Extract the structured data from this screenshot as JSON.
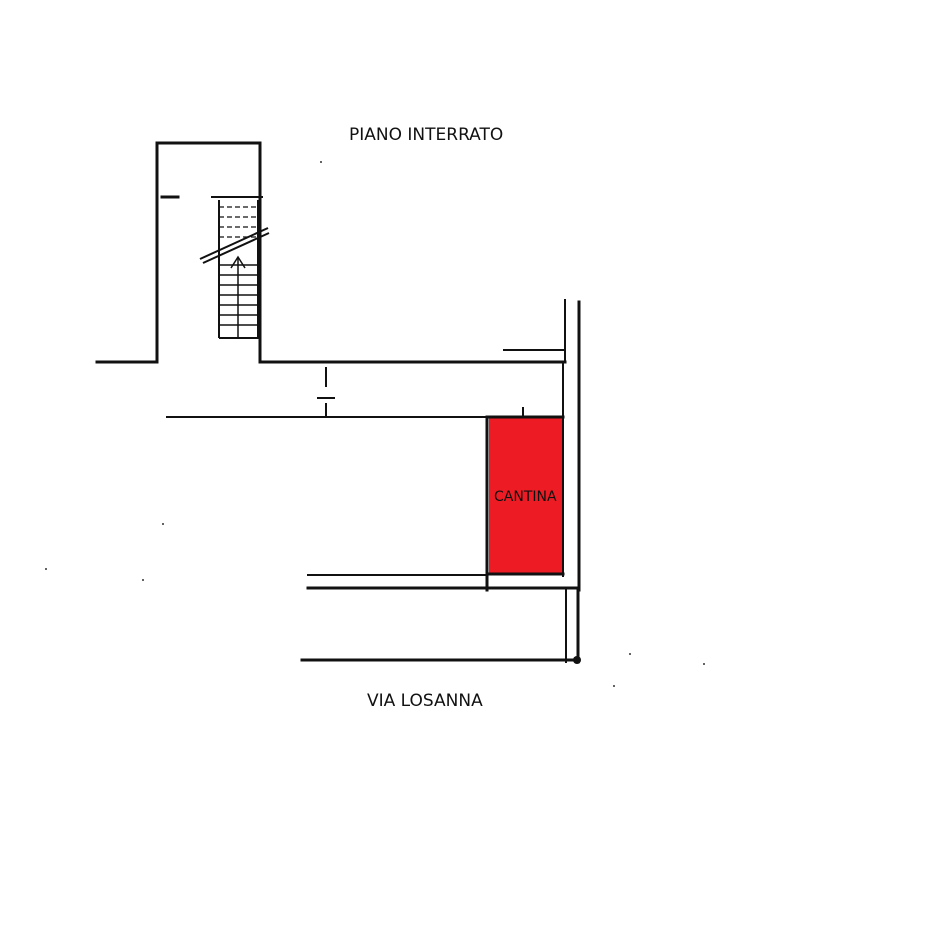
{
  "plan": {
    "floor_label": "PIANO INTERRATO",
    "street_label": "VIA LOSANNA",
    "room_label": "CANTINA",
    "highlight_color": "#ED1C24",
    "line_color": "#111111",
    "background_color": "#FFFFFF"
  }
}
